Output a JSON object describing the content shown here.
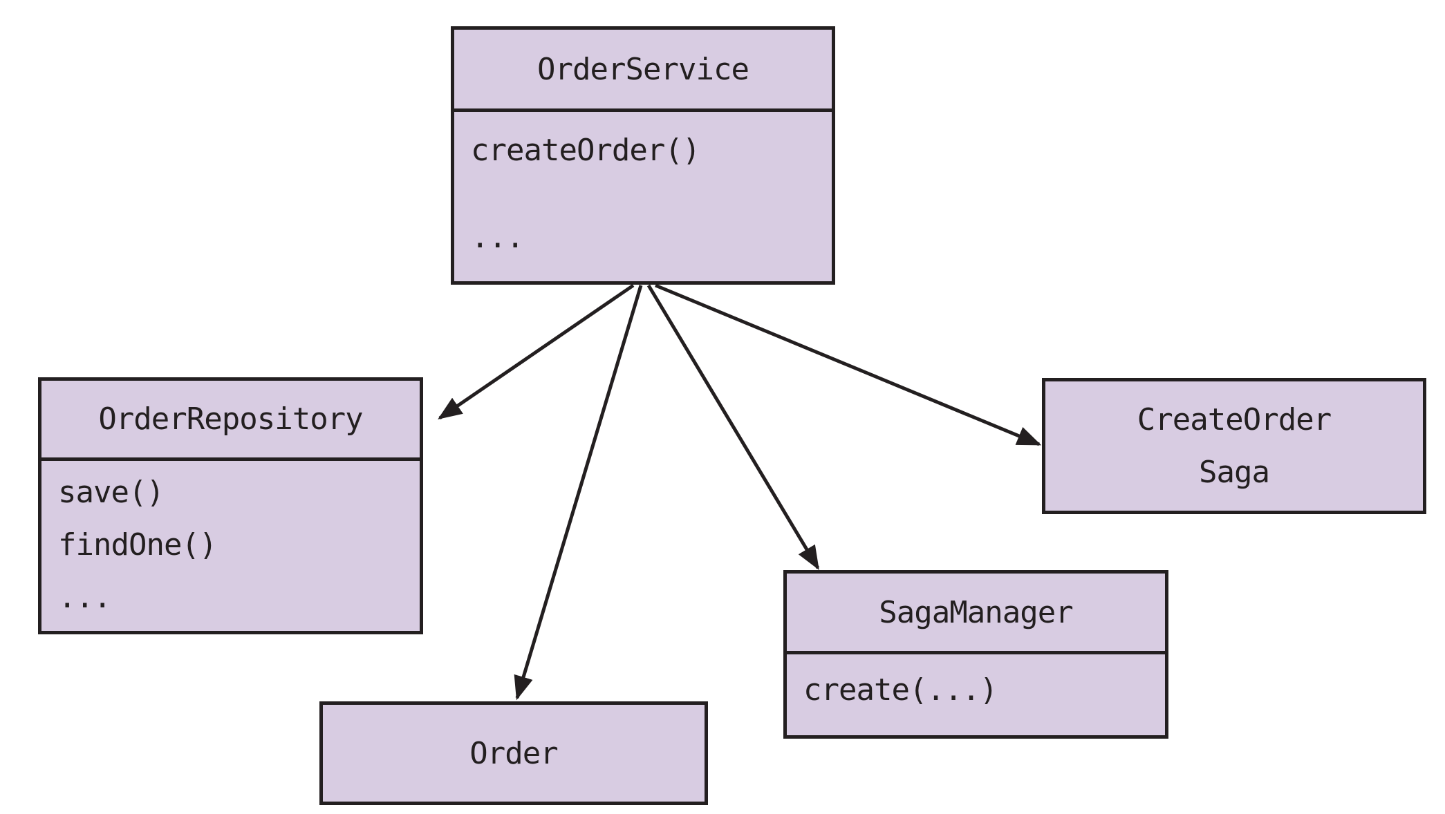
{
  "figure": {
    "type": "uml-class-diagram",
    "background": "#ffffff"
  },
  "colors": {
    "box_fill": "#d8cce2",
    "box_border": "#231f20",
    "arrow": "#231f20",
    "text": "#231f20"
  },
  "classes": {
    "order_service": {
      "title": "OrderService",
      "members": [
        "createOrder()",
        "..."
      ]
    },
    "order_repository": {
      "title": "OrderRepository",
      "members": [
        "save()",
        "findOne()",
        "..."
      ]
    },
    "create_order_saga": {
      "title_lines": [
        "CreateOrder",
        "Saga"
      ],
      "members": []
    },
    "saga_manager": {
      "title": "SagaManager",
      "members": [
        "create(...)"
      ]
    },
    "order": {
      "title": "Order",
      "members": []
    }
  },
  "relationships": [
    {
      "from": "OrderService",
      "to": "OrderRepository",
      "style": "arrow"
    },
    {
      "from": "OrderService",
      "to": "Order",
      "style": "arrow"
    },
    {
      "from": "OrderService",
      "to": "SagaManager",
      "style": "arrow"
    },
    {
      "from": "OrderService",
      "to": "CreateOrder Saga",
      "style": "arrow"
    }
  ]
}
